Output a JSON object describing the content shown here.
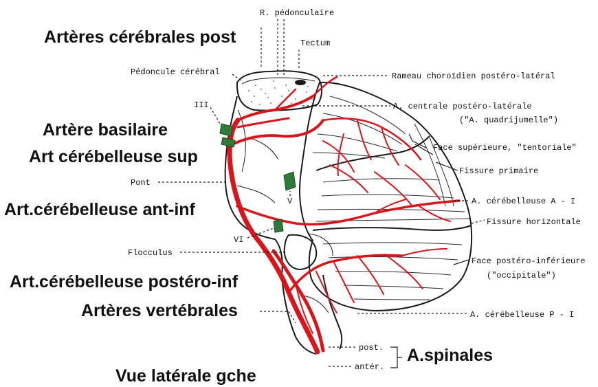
{
  "labels_bold": {
    "arteres_cerebrales_post": "Artères cérébrales post",
    "artere_basilaire": "Artère basilaire",
    "art_cerebelleuse_sup": "Art cérébelleuse sup",
    "art_cerebelleuse_ant_inf": "Art.cérébelleuse ant-inf",
    "art_cerebelleuse_postero_inf": "Art.cérébelleuse postéro-inf",
    "arteres_vertebrales": "Artères vertébrales",
    "a_spinales": "A.spinales",
    "vue_laterale": "Vue latérale gche"
  },
  "labels_typed": {
    "r_pedonculaire": "R. pédonculaire",
    "tectum": "Tectum",
    "pedoncule_cerebral": "Pédoncule cérébral",
    "rameau_choroidien": "Rameau choroïdien postéro-latéral",
    "a_centrale": "A. centrale postéro-latérale",
    "a_quadrijumelle": "(\"A. quadrijumelle\")",
    "face_superieure": "Face supérieure, \"tentoriale\"",
    "fissure_primaire": "Fissure primaire",
    "a_cerebelleuse_a_i": "A. cérébelleuse A - I",
    "fissure_horizontale": "Fissure horizontale",
    "face_postero_inferieure": "Face postéro-inférieure",
    "occipitale": "(\"occipitale\")",
    "a_cerebelleuse_p_i": "A. cérébelleuse P - I",
    "iii": "III",
    "pont": "Pont",
    "v": "V",
    "vi": "VI",
    "flocculus": "Flocculus",
    "post": "post.",
    "anter": "antér."
  },
  "colors": {
    "artery": "#d9141b",
    "nerve": "#2f7a36",
    "ink": "#1a1a1a"
  }
}
